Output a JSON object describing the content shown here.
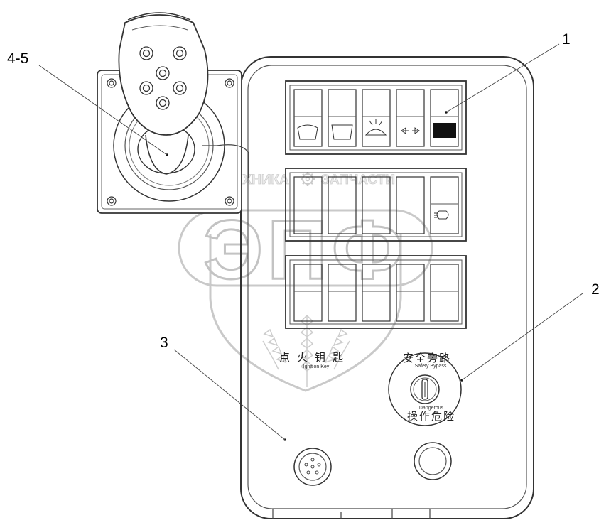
{
  "callouts": {
    "c1": "1",
    "c2": "2",
    "c3": "3",
    "c45": "4-5"
  },
  "key_switch": {
    "top_text": "安全旁路",
    "top_sub": "Safety Bypass",
    "bottom_sub": "Dangerous",
    "bottom_text": "操作危险"
  },
  "ignition": {
    "text_cjk": "点火钥匙",
    "text_sub": "Ignition Key"
  },
  "watermark": {
    "top_left": "ТЕХНИКА",
    "top_right": "ЗАПЧАСТИ",
    "big": "ЭПФ"
  }
}
